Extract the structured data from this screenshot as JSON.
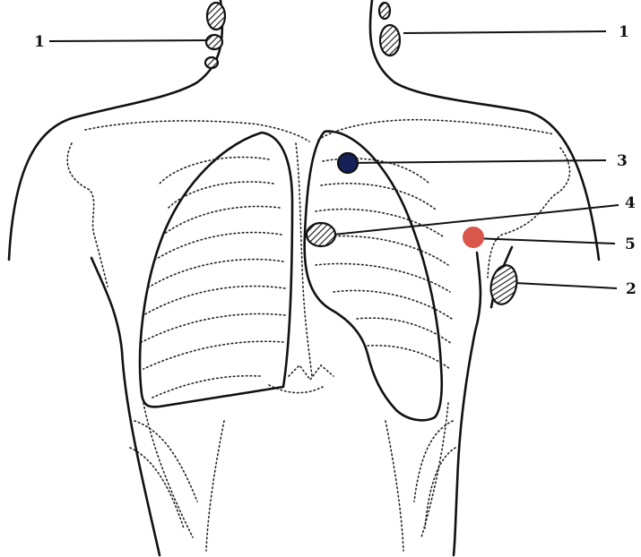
{
  "labels": {
    "left_1": "1",
    "right_1": "1",
    "l2": "2",
    "l3": "3",
    "l4": "4",
    "l5": "5"
  },
  "colors": {
    "line": "#111111",
    "hatched_node_fill": "#bdbdbd",
    "marker_3": "#16215a",
    "marker_5": "#d9574a"
  },
  "icons": {
    "hatched_node": "hatched-oval",
    "marker_3": "filled-dark-blue-dot",
    "marker_5": "filled-red-dot"
  }
}
